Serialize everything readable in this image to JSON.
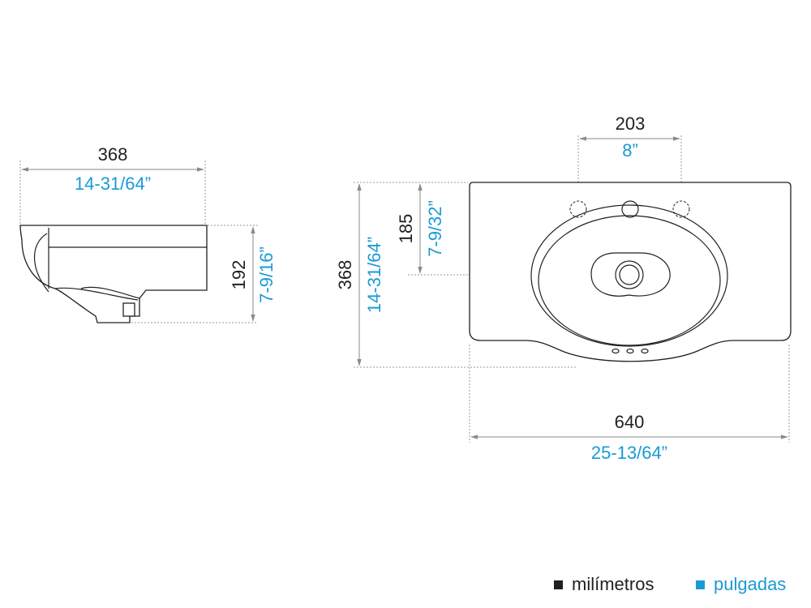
{
  "colors": {
    "mm": "#231f20",
    "inch": "#1a9ad6",
    "line": "#8a8a8a"
  },
  "side_view": {
    "width_mm": "368",
    "width_in": "14-31/64”",
    "height_mm": "192",
    "height_in": "7-9/16”"
  },
  "top_view": {
    "hole_spacing_mm": "203",
    "hole_spacing_in": "8”",
    "depth_mm": "368",
    "depth_in": "14-31/64”",
    "drain_offset_mm": "185",
    "drain_offset_in": "7-9/32”",
    "width_mm": "640",
    "width_in": "25-13/64”"
  },
  "legend": {
    "mm_label": "milímetros",
    "in_label": "pulgadas"
  }
}
